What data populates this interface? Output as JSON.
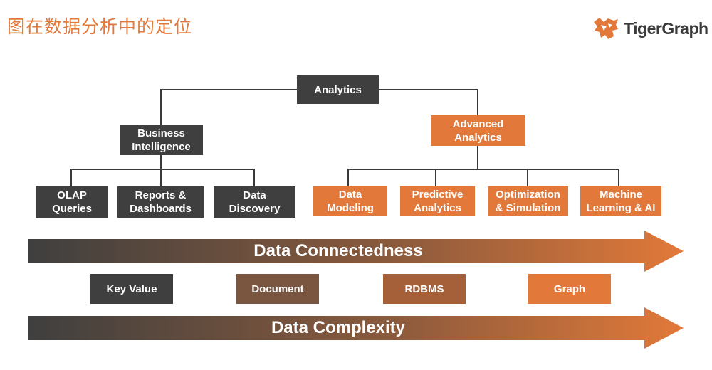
{
  "header": {
    "title": "图在数据分析中的定位",
    "logo_text": "TigerGraph",
    "logo_icon": "tiger-head-icon"
  },
  "tree": {
    "root": "Analytics",
    "business_intelligence": "Business\nIntelligence",
    "advanced_analytics": "Advanced\nAnalytics",
    "bi_children": [
      "OLAP\nQueries",
      "Reports &\nDashboards",
      "Data\nDiscovery"
    ],
    "aa_children": [
      "Data\nModeling",
      "Predictive\nAnalytics",
      "Optimization\n& Simulation",
      "Machine\nLearning & AI"
    ]
  },
  "arrows": {
    "connectedness": "Data Connectedness",
    "complexity": "Data Complexity"
  },
  "databases": [
    "Key Value",
    "Document",
    "RDBMS",
    "Graph"
  ],
  "colors": {
    "dark": "#3f3f3f",
    "orange": "#e2793a",
    "line": "#3a3a3a",
    "db_key_value": "#3f3f3f",
    "db_document": "#7a5640",
    "db_rdbms": "#a5603a",
    "db_graph": "#e2793a"
  }
}
